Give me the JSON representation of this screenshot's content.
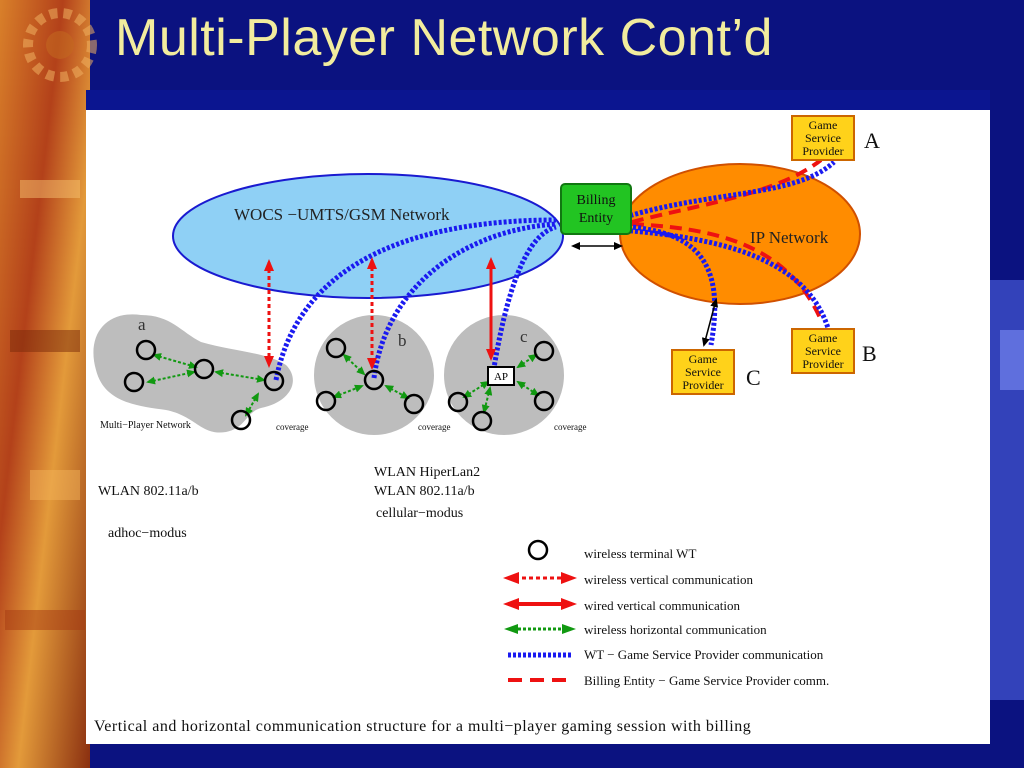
{
  "slide": {
    "title": "Multi-Player Network Cont’d"
  },
  "diagram": {
    "wocs_network": "WOCS −UMTS/GSM Network",
    "billing_entity": [
      "Billing",
      "Entity"
    ],
    "ip_network": "IP Network",
    "providers": [
      {
        "lines": [
          "Game",
          "Service",
          "Provider"
        ],
        "letter": "A"
      },
      {
        "lines": [
          "Game",
          "Service",
          "Provider"
        ],
        "letter": "B"
      },
      {
        "lines": [
          "Game",
          "Service",
          "Provider"
        ],
        "letter": "C"
      }
    ],
    "cells": [
      {
        "letter": "a",
        "caption": "Multi−Player Network",
        "coverage": "coverage"
      },
      {
        "letter": "b",
        "coverage": "coverage"
      },
      {
        "letter": "c",
        "coverage": "coverage",
        "ap": "AP"
      }
    ],
    "modes": {
      "left": [
        "WLAN 802.11a/b",
        "adhoc−modus"
      ],
      "center": [
        "WLAN HiperLan2",
        "WLAN 802.11a/b",
        "cellular−modus"
      ]
    },
    "legend": [
      {
        "label": "wireless terminal WT",
        "symbol": "circle"
      },
      {
        "label": "wireless vertical communication",
        "symbol": "red-dotted-arrow"
      },
      {
        "label": "wired vertical communication",
        "symbol": "red-solid-arrow"
      },
      {
        "label": "wireless horizontal  communication",
        "symbol": "green-dotted-arrow"
      },
      {
        "label": "WT − Game Service Provider communication",
        "symbol": "blue-dotted-line"
      },
      {
        "label": "Billing Entity − Game Service Provider comm.",
        "symbol": "red-dashed-line"
      }
    ],
    "caption": "Vertical and horizontal communication structure for a multi−player gaming session with billing",
    "colors": {
      "wocs_fill": "#8fd0f5",
      "ip_fill": "#ff8c00",
      "billing_fill": "#22c422",
      "provider_fill": "#ffd21a",
      "cell_fill": "#bdbdbd",
      "red": "#ee1111",
      "blue": "#1a1af0",
      "green": "#119911",
      "title_color": "#f2ec9e",
      "background": "#0b1280"
    }
  }
}
